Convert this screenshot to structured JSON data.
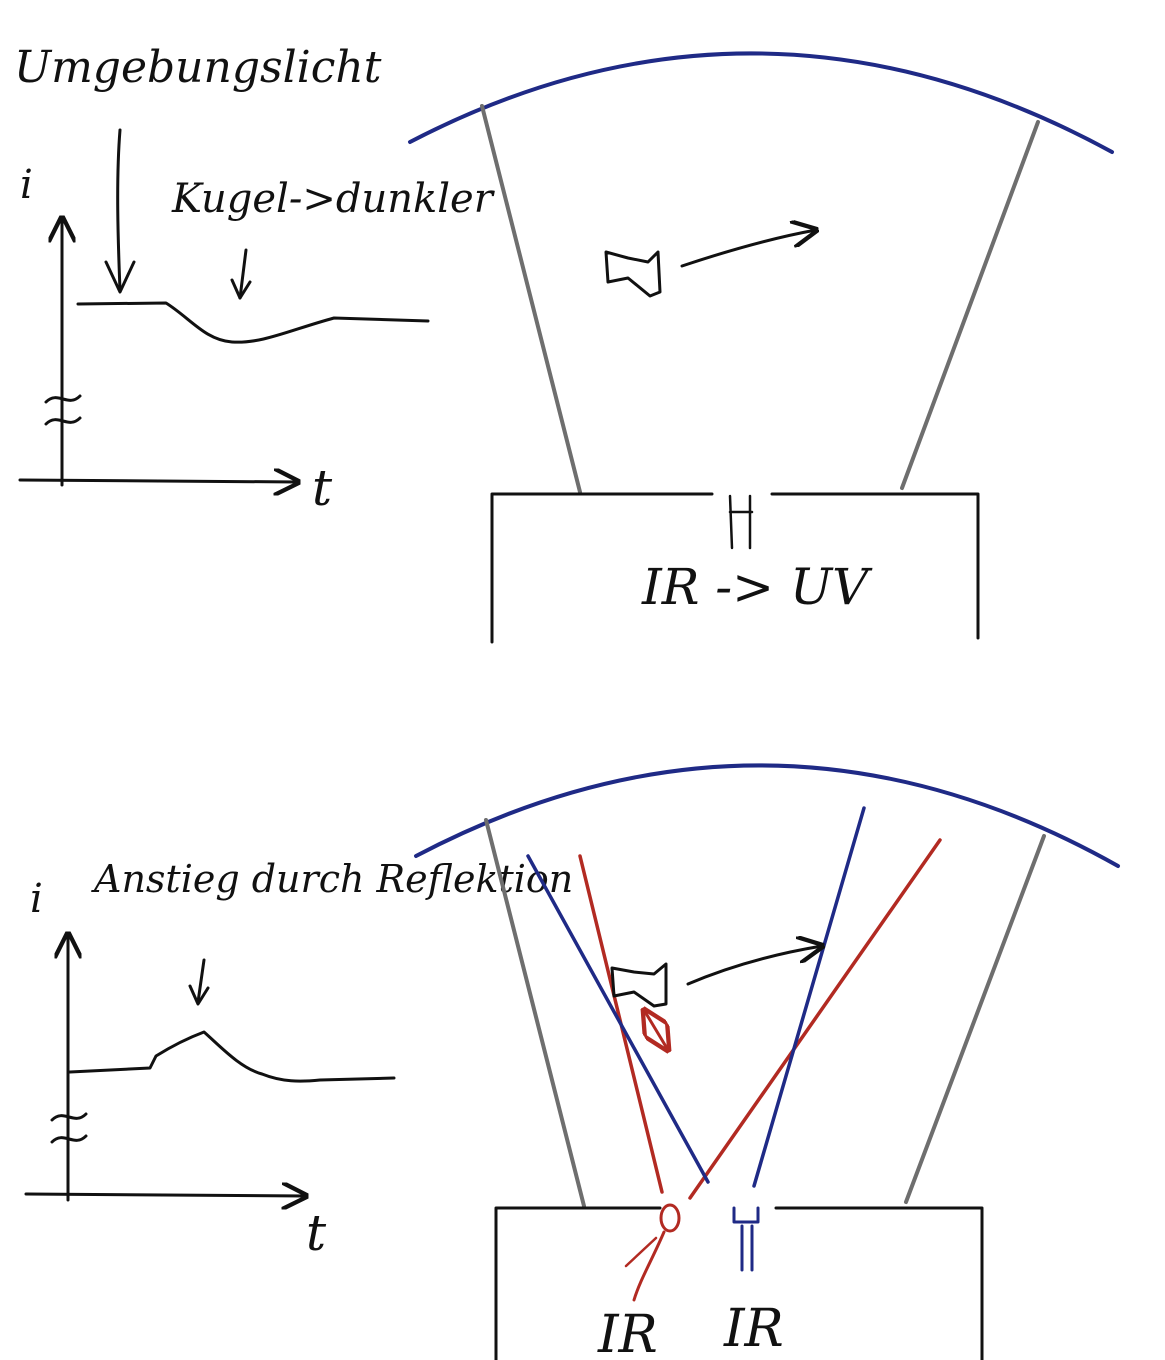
{
  "top": {
    "annotation_ambient": "Umgebungslicht",
    "annotation_dome": "Kugel->dunkler",
    "axis_y": "i",
    "axis_x": "t",
    "box_label": "IR -> UV"
  },
  "bottom": {
    "annotation_rise": "Anstieg durch Reflektion",
    "axis_y": "i",
    "axis_x": "t",
    "emitter_label": "IR",
    "detector_label": "IR"
  },
  "colors": {
    "ink": "#111111",
    "dome": "#1f2a86",
    "cone": "#6e6e6e",
    "ir_beam": "#b22a22",
    "detector_beam": "#1f2a86"
  }
}
